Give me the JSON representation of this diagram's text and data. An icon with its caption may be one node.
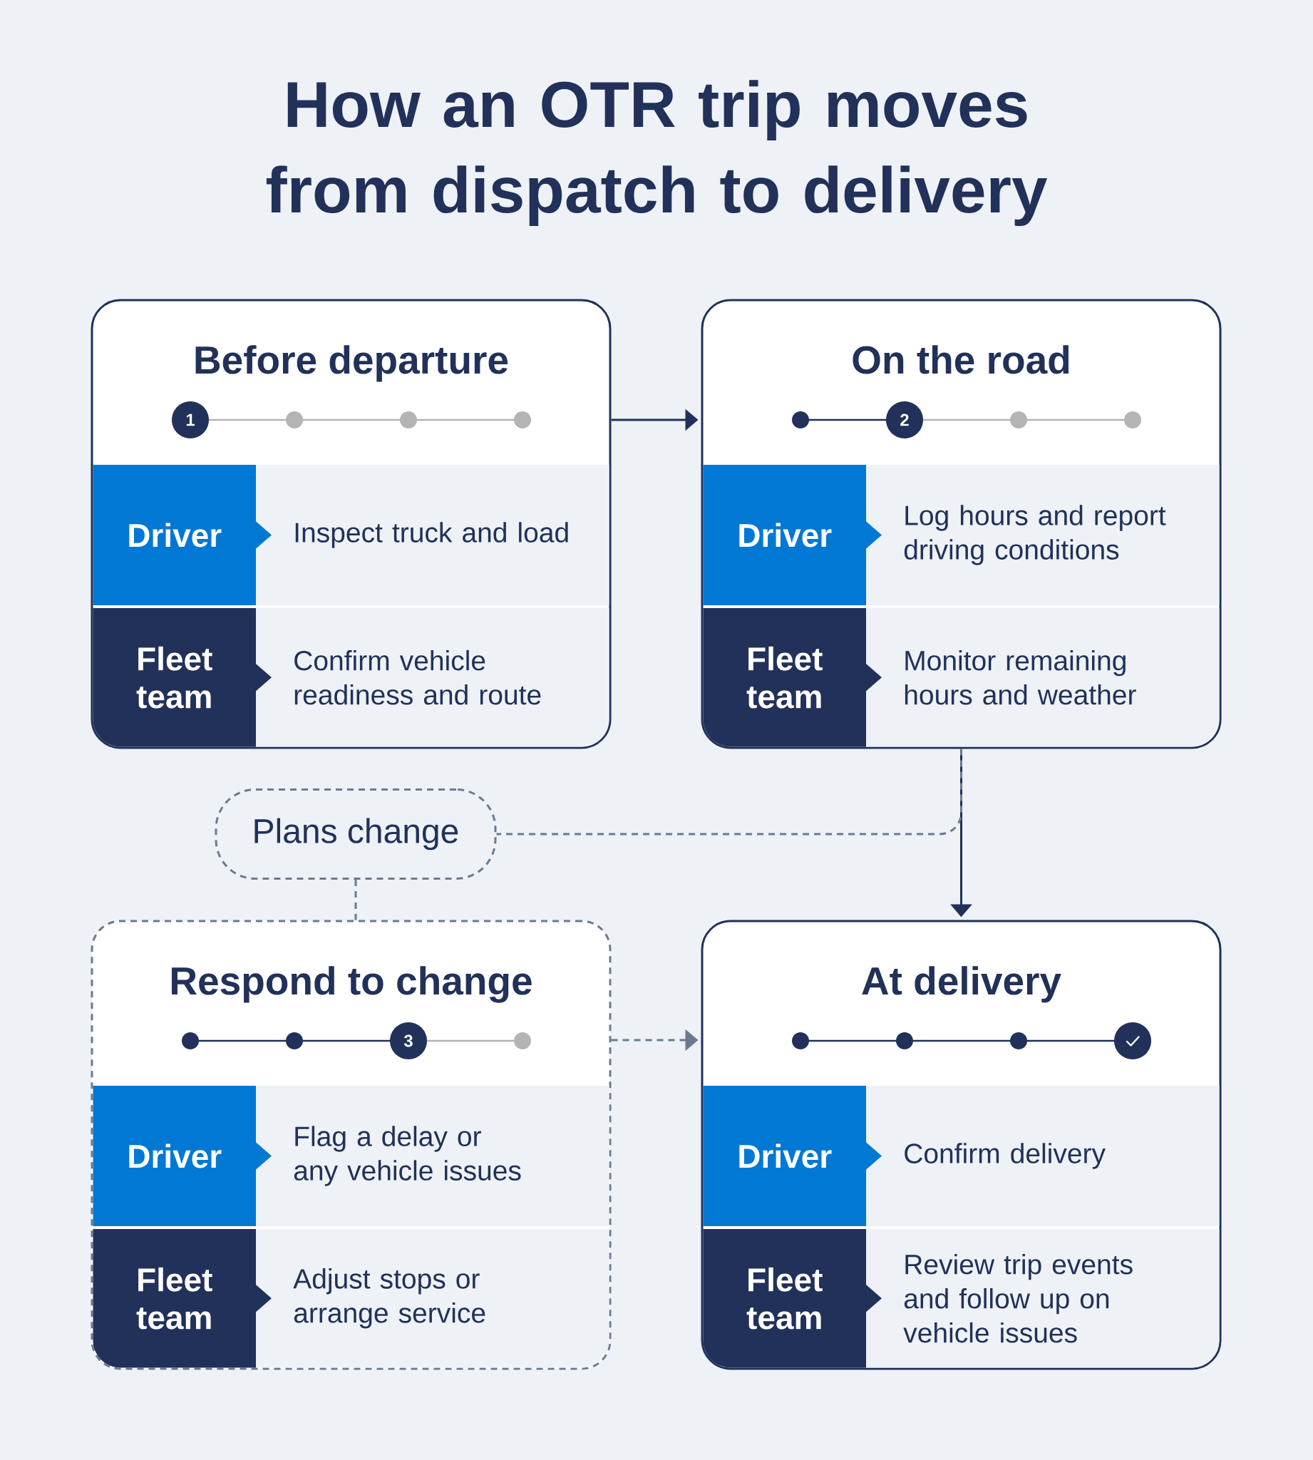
{
  "diagram": {
    "title": "How an OTR trip moves from dispatch to delivery",
    "nodes": [
      {
        "text": [
          "Before departure"
        ]
      },
      {
        "text": [
          "1"
        ],
        "in": 0
      },
      {
        "text": [
          "Driver"
        ],
        "in": 0
      },
      {
        "text": [
          "Inspect truck and load"
        ],
        "in": 0
      },
      {
        "text": [
          "Fleet team"
        ],
        "in": 0
      },
      {
        "text": [
          "Confirm vehicle readiness and route"
        ],
        "in": 0
      },
      {
        "text": [
          "On the road"
        ]
      },
      {
        "text": [
          "2"
        ],
        "in": 6
      },
      {
        "text": [
          "Driver"
        ],
        "in": 6
      },
      {
        "text": [
          "Log hours and report driving conditions"
        ],
        "in": 6
      },
      {
        "text": [
          "Fleet team"
        ],
        "in": 6
      },
      {
        "text": [
          "Monitor remaining hours and weather"
        ],
        "in": 6
      },
      {
        "text": [
          "Plans change"
        ]
      },
      {
        "text": [
          "Respond to change"
        ]
      },
      {
        "text": [
          "3"
        ],
        "in": 13
      },
      {
        "text": [
          "Driver"
        ],
        "in": 13
      },
      {
        "text": [
          "Flag a delay or any vehicle issues"
        ],
        "in": 13
      },
      {
        "text": [
          "Fleet team"
        ],
        "in": 13
      },
      {
        "text": [
          "Adjust stops or arrange service"
        ],
        "in": 13
      },
      {
        "text": [
          "At delivery"
        ]
      },
      {
        "text": [],
        "shape": "circle",
        "in": 19
      },
      {
        "text": [
          "Driver"
        ],
        "in": 19
      },
      {
        "text": [
          "Confirm delivery"
        ],
        "in": 19
      },
      {
        "text": [
          "Fleet team"
        ],
        "in": 19
      },
      {
        "text": [
          "Review trip events and follow up on vehicle issues"
        ],
        "in": 19
      }
    ],
    "edges": [
      {
        "from": 0,
        "to": 6,
        "arrow": "to"
      },
      {
        "from": 6,
        "to": 19,
        "arrow": "to"
      },
      {
        "from": 6,
        "to": 12,
        "arrow": "none",
        "style": "dashed",
        "color": "#6b7a8f"
      },
      {
        "from": 12,
        "to": 13,
        "arrow": "none",
        "style": "dashed",
        "color": "#6b7a8f"
      },
      {
        "from": 13,
        "to": 19,
        "arrow": "to",
        "style": "dashed",
        "color": "#6b7a8f"
      }
    ]
  }
}
